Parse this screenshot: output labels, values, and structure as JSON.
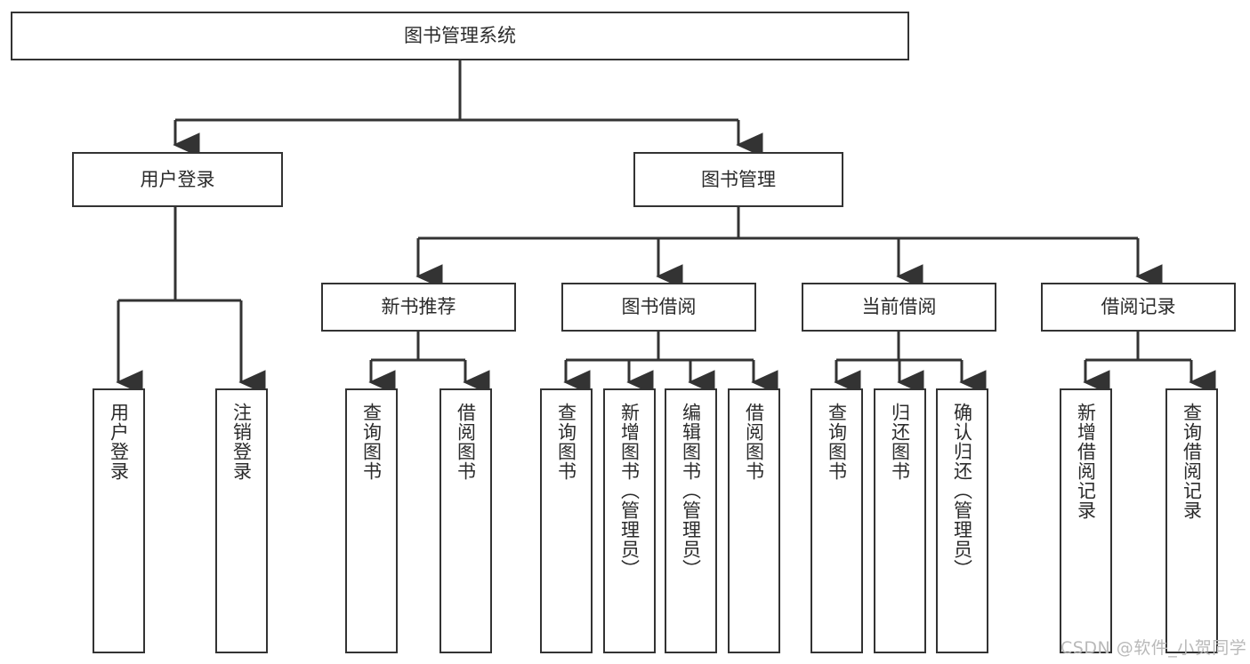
{
  "diagram": {
    "title": "图书管理系统",
    "watermark": "CSDN @软件_小贺同学",
    "colors": {
      "box_border": "#333333",
      "box_fill": "#ffffff",
      "edge": "#333333",
      "text": "#2b2b2b",
      "watermark": "#b9b9b9",
      "background": "#ffffff"
    },
    "root": {
      "label": "图书管理系统"
    },
    "level1": [
      {
        "label": "用户登录"
      },
      {
        "label": "图书管理"
      }
    ],
    "level2": [
      {
        "label": "新书推荐"
      },
      {
        "label": "图书借阅"
      },
      {
        "label": "当前借阅"
      },
      {
        "label": "借阅记录"
      }
    ],
    "leaves": {
      "user_login": [
        {
          "label": "用户登录"
        },
        {
          "label": "注销登录"
        }
      ],
      "new_book_recommend": [
        {
          "label": "查询图书"
        },
        {
          "label": "借阅图书"
        }
      ],
      "book_borrow": [
        {
          "label": "查询图书"
        },
        {
          "label": "新增图书（管理员）"
        },
        {
          "label": "编辑图书（管理员）"
        },
        {
          "label": "借阅图书"
        }
      ],
      "current_borrow": [
        {
          "label": "查询图书"
        },
        {
          "label": "归还图书"
        },
        {
          "label": "确认归还（管理员）"
        }
      ],
      "borrow_record": [
        {
          "label": "新增借阅记录"
        },
        {
          "label": "查询借阅记录"
        }
      ]
    }
  }
}
